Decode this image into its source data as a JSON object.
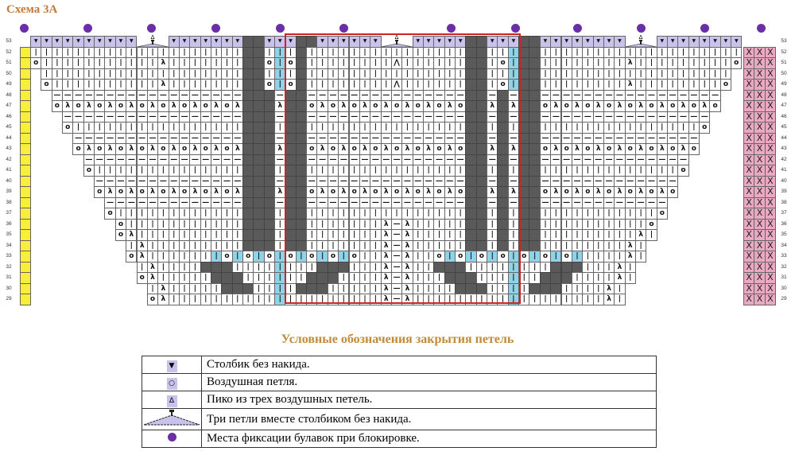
{
  "title": "Схема 3А",
  "row_numbers": [
    "53",
    "52",
    "51",
    "50",
    "49",
    "48",
    "47",
    "46",
    "45",
    "44",
    "43",
    "42",
    "41",
    "40",
    "39",
    "38",
    "37",
    "36",
    "35",
    "34",
    "33",
    "32",
    "31",
    "30",
    "29"
  ],
  "symbols": {
    "stitch": "|",
    "chain": "—",
    "yo": "o",
    "dec": "λ",
    "cap": "▼",
    "cross": "X",
    "picot": "Δ"
  },
  "colors": {
    "dark": "#5a5a5a",
    "blue": "#8fd3e8",
    "cap": "#c9c3ec",
    "yellow": "#f7ef3a",
    "pink": "#eba8c0",
    "pin": "#6a2ea8",
    "frame": "#d42020"
  },
  "legend": {
    "title": "Условные обозначения закрытия петель",
    "items": [
      {
        "icon": "single-crochet-icon",
        "glyph": "▼",
        "label": "Столбик без накида."
      },
      {
        "icon": "chain-stitch-icon",
        "glyph": "○",
        "label": "Воздушная петля."
      },
      {
        "icon": "picot-icon",
        "glyph": "Δ",
        "label": "Пико из трех воздушных петель."
      },
      {
        "icon": "three-together-icon",
        "glyph": "▼",
        "label": "Три петли вместе столбиком без накида."
      },
      {
        "icon": "pin-dot-icon",
        "glyph": "",
        "label": "Места фиксации булавок при блокировке."
      }
    ]
  }
}
